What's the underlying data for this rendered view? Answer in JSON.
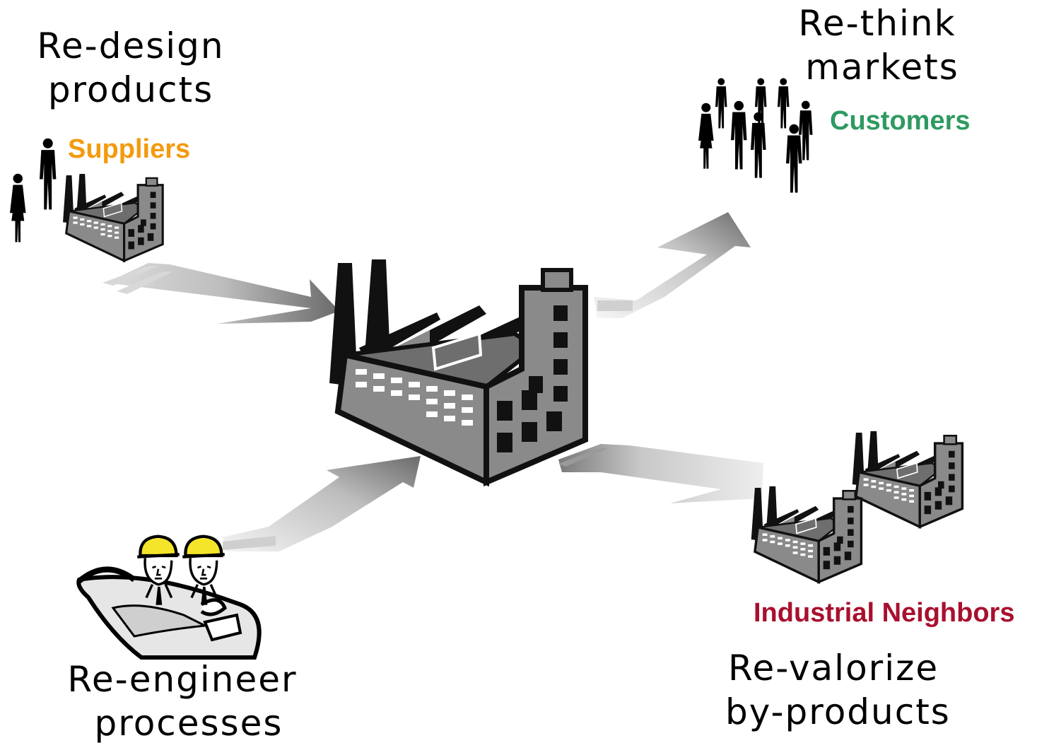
{
  "labels": {
    "redesign": [
      "Re-design",
      "products"
    ],
    "rethink": [
      "Re-think",
      "markets"
    ],
    "reengineer": [
      "Re-engineer",
      "processes"
    ],
    "revalorize": [
      "Re-valorize",
      "by-products"
    ]
  },
  "actors": {
    "suppliers": "Suppliers",
    "customers": "Customers",
    "neighbors": "Industrial Neighbors"
  },
  "colors": {
    "suppliers": "#f39a0e",
    "customers": "#2e9a62",
    "neighbors": "#a8102e",
    "factory_dark": "#111111",
    "factory_gray": "#8a8a8a",
    "arrow_dark": "#6e6e6e",
    "arrow_light": "#f4f4f4"
  },
  "icons": [
    "factory-icon",
    "people-icon",
    "engineers-icon",
    "arrow-icon"
  ]
}
